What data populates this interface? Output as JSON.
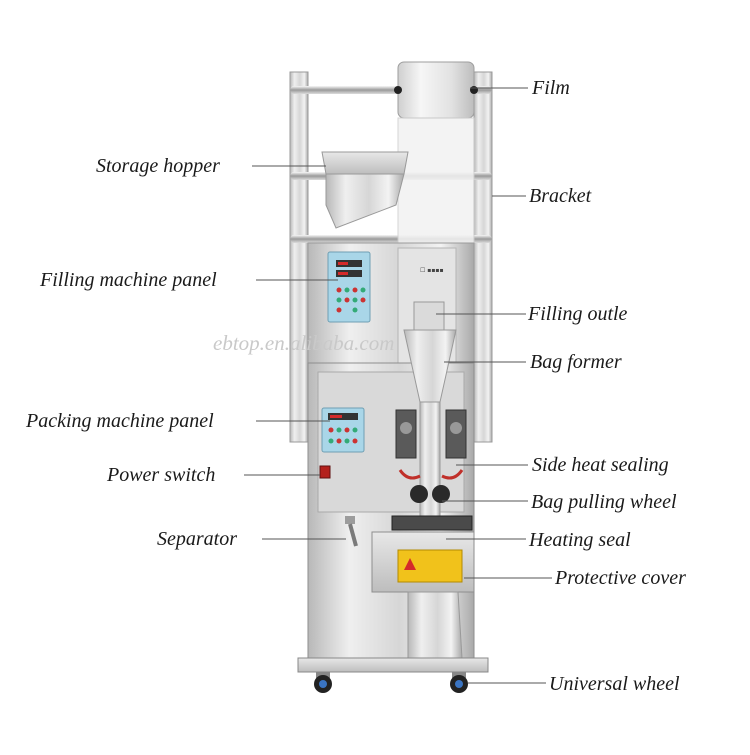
{
  "watermark": "ebtop.en.alibaba.com",
  "labels": {
    "film": "Film",
    "storage_hopper": "Storage hopper",
    "bracket": "Bracket",
    "filling_panel": "Filling machine panel",
    "filling_outlet": "Filling outle",
    "bag_former": "Bag former",
    "packing_panel": "Packing machine panel",
    "side_heat_sealing": "Side heat sealing",
    "power_switch": "Power switch",
    "bag_pulling_wheel": "Bag pulling wheel",
    "separator": "Separator",
    "heating_seal": "Heating seal",
    "protective_cover": "Protective cover",
    "universal_wheel": "Universal wheel"
  },
  "colors": {
    "steel_light": "#e9e9e9",
    "steel_mid": "#c4c4c4",
    "steel_dark": "#8e8e8e",
    "panel_blue": "#a9d6e8",
    "display_red": "#d42a2a",
    "leader_line": "#555555"
  }
}
